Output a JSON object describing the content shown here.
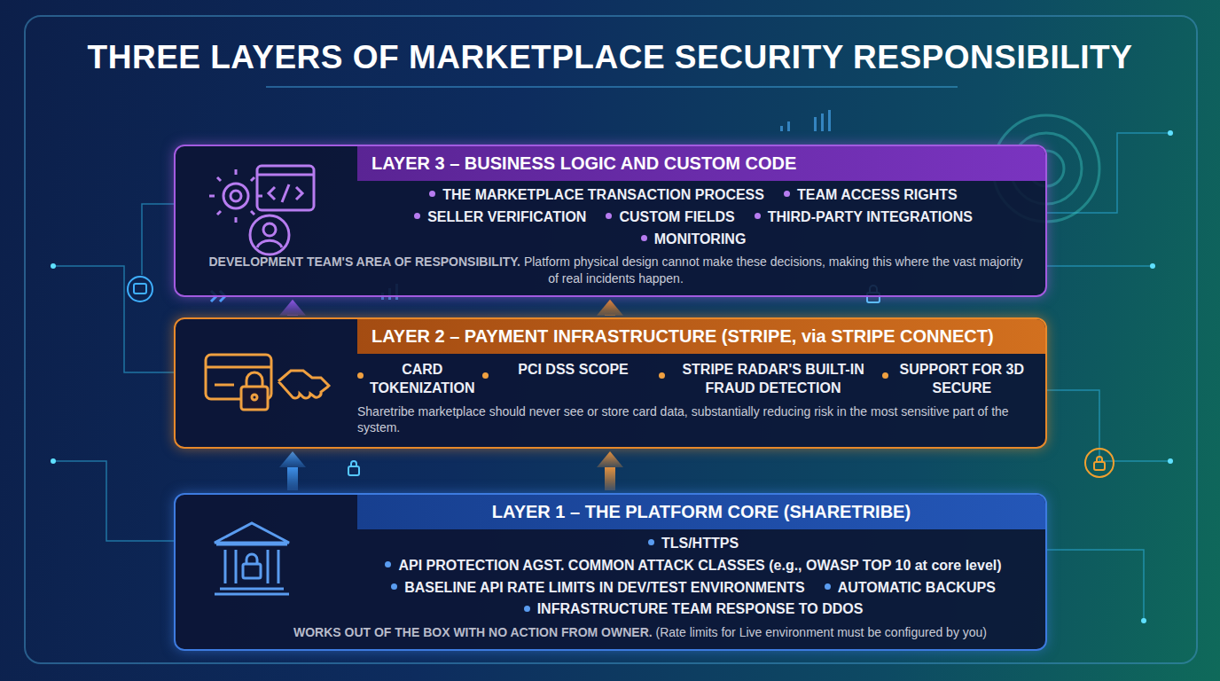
{
  "diagram": {
    "title": "THREE LAYERS OF MARKETPLACE SECURITY RESPONSIBILITY",
    "nodes": [
      {
        "text": [
          "LAYER 3 – BUSINESS LOGIC AND CUSTOM CODE",
          "THE MARKETPLACE TRANSACTION PROCESS",
          "TEAM ACCESS RIGHTS",
          "SELLER VERIFICATION",
          "CUSTOM FIELDS",
          "THIRD-PARTY INTEGRATIONS",
          "MONITORING",
          "DEVELOPMENT TEAM'S AREA OF RESPONSIBILITY.",
          "Platform physical design cannot make these decisions, making this where the vast majority of real incidents happen."
        ]
      },
      {
        "text": [
          "LAYER 2 – PAYMENT INFRASTRUCTURE (STRIPE, via STRIPE CONNECT)",
          "CARD TOKENIZATION",
          "PCI DSS SCOPE",
          "STRIPE RADAR'S BUILT-IN FRAUD DETECTION",
          "SUPPORT FOR 3D SECURE",
          "Sharetribe marketplace should never see or store card data, substantially reducing risk in the most sensitive part of the system."
        ]
      },
      {
        "text": [
          "LAYER 1 – THE PLATFORM CORE (SHARETRIBE)",
          "TLS/HTTPS",
          "API PROTECTION AGST. COMMON ATTACK CLASSES (e.g., OWASP TOP 10 at core level)",
          "BASELINE API RATE LIMITS IN DEV/TEST ENVIRONMENTS",
          "AUTOMATIC BACKUPS",
          "INFRASTRUCTURE TEAM RESPONSE TO DDOS",
          "WORKS OUT OF THE BOX WITH NO ACTION FROM OWNER.",
          "(Rate limits for Live environment must be configured by you)"
        ]
      }
    ],
    "edges": [
      {
        "from": 1,
        "to": 0,
        "arrow": "to"
      },
      {
        "from": 1,
        "to": 0,
        "arrow": "to"
      },
      {
        "from": 2,
        "to": 1,
        "arrow": "to"
      },
      {
        "from": 2,
        "to": 1,
        "arrow": "to"
      }
    ]
  }
}
